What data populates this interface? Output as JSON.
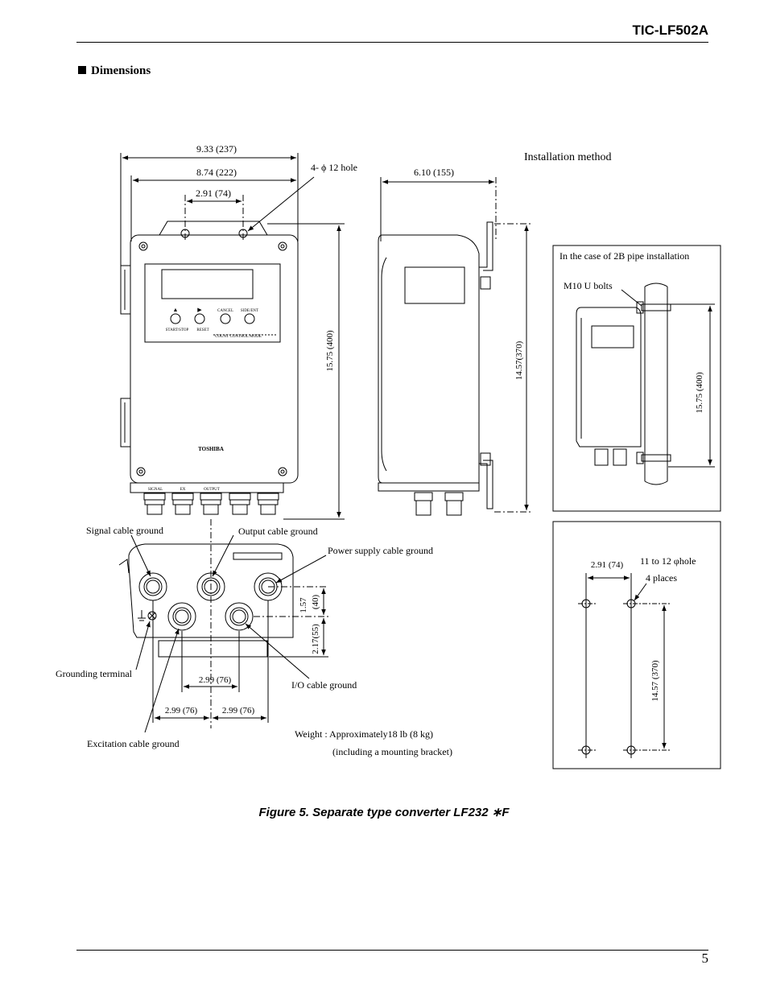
{
  "header": {
    "doc_code": "TIC-LF502A"
  },
  "section": {
    "title": "Dimensions"
  },
  "front": {
    "width_overall": "9.33 (237)",
    "width_inner": "8.74 (222)",
    "hole_pitch": "2.91 (74)",
    "hole_spec": "4- ϕ 12 hole",
    "height": "15.75 (400)",
    "brand": "TOSHIBA",
    "keys": [
      "▲",
      "▶",
      "CANCEL",
      "SIDE/ENT"
    ],
    "key_labels": [
      "START/STOP",
      "RESET",
      "COUNT CONTROL MODE"
    ],
    "terminals": [
      "SIGNAL",
      "EX",
      "OUTPUT"
    ]
  },
  "side": {
    "depth": "6.10 (155)",
    "bracket_height": "14.57(370)"
  },
  "install": {
    "title": "Installation method",
    "pipe_title": "In the case of 2B pipe installation",
    "bolts": "M10 U bolts",
    "height": "15.75 (400)"
  },
  "bottom": {
    "signal": "Signal cable ground",
    "output": "Output cable ground",
    "power": "Power supply cable ground",
    "grounding": "Grounding terminal",
    "io": "I/O cable ground",
    "excitation": "Excitation cable ground",
    "dim_157": "1.57",
    "dim_40": "(40)",
    "dim_217": "2.17(55)",
    "dim_299_top": "2.99 (76)",
    "dim_299_left": "2.99 (76)",
    "dim_299_right": "2.99 (76)",
    "weight": "Weight : Approximately18 lb (8 kg)",
    "bracket_note": "(including a mounting bracket)"
  },
  "holes": {
    "pitch": "2.91 (74)",
    "spec": "11 to 12 φhole",
    "places": "4 places",
    "height": "14.57 (370)"
  },
  "figure": {
    "caption": "Figure 5. Separate type converter LF232 ∗F"
  },
  "footer": {
    "page": "5"
  }
}
